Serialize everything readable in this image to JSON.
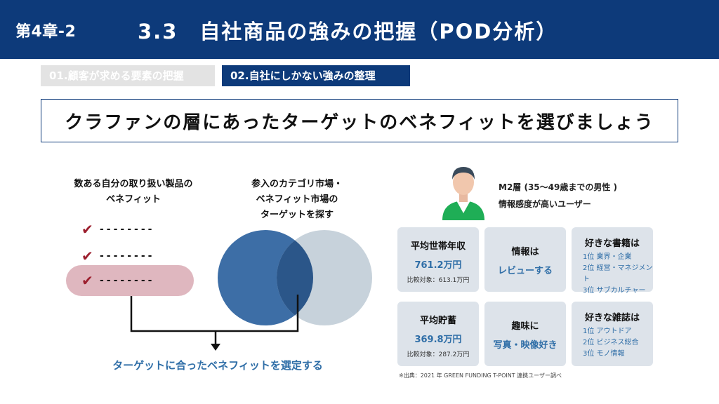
{
  "header": {
    "chapter": "第4章-2",
    "title": "3.3　自社商品の強みの把握（POD分析）"
  },
  "tabs": [
    {
      "label": "01.顧客が求める要素の把握"
    },
    {
      "label": "02.自社にしかない強みの整理"
    }
  ],
  "banner": "クラファンの層にあったターゲットのベネフィットを選びましょう",
  "left": {
    "label1_line1": "数ある自分の取り扱い製品の",
    "label1_line2": "ベネフィット",
    "label2_line1": "参入のカテゴリ市場・",
    "label2_line2": "ベネフィット市場の",
    "label2_line3": "ターゲットを探す",
    "check_mark": "✔",
    "dashes": "--------",
    "result": "ターゲットに合ったベネフィットを選定する"
  },
  "persona": {
    "line1": "M2層 (35～49歳までの男性 )",
    "line2": "情報感度が高いユーザー"
  },
  "cards": {
    "income": {
      "title": "平均世帯年収",
      "value": "761.2万円",
      "note": "比較対象：613.1万円"
    },
    "info": {
      "title": "情報は",
      "value": "レビューする"
    },
    "books": {
      "title": "好きな書籍は",
      "ranks": [
        "1位 業界・企業",
        "2位 経営・マネジメント",
        "3位 サブカルチャー"
      ]
    },
    "savings": {
      "title": "平均貯蓄",
      "value": "369.8万円",
      "note": "比較対象：287.2万円"
    },
    "hobby": {
      "title": "趣味に",
      "value": "写真・映像好き"
    },
    "magazines": {
      "title": "好きな雑誌は",
      "ranks": [
        "1位 アウトドア",
        "2位 ビジネス総合",
        "3位 モノ情報"
      ]
    }
  },
  "source": "※出典：2021 年 GREEN FUNDING T-POINT 連携ユーザー調べ",
  "colors": {
    "navy": "#0d3a7a",
    "accent_blue": "#2f6ea7",
    "venn_left": "#3d6ea6",
    "venn_right": "#c7d2db",
    "venn_overlap": "#2b5689",
    "check_red": "#9c1f2e",
    "highlight_pink": "#dfb7bf",
    "card_bg": "#dde3ea",
    "persona_green": "#1fae56"
  }
}
